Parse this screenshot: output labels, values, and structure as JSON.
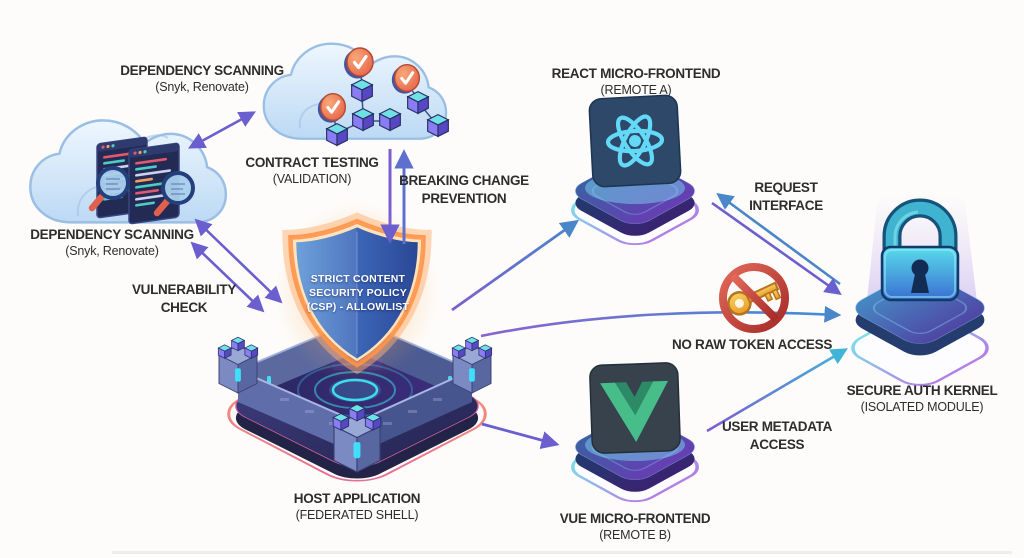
{
  "background": "#fdfcfa",
  "colors": {
    "arrow_purple": "#6b5ecf",
    "arrow_blue": "#4a86c8",
    "arrow_teal": "#3fb3d8",
    "cloud_fill": "#cfe3f8",
    "cloud_stroke": "#9bbfe4",
    "shield_glow_orange": "#ff9448",
    "shield_fill_blue": "#3c66b8",
    "fortress_base": "#34336e",
    "react_accent": "#63d9f7",
    "vue_accent": "#47bd8a",
    "lock_teal": "#3fb3cf",
    "prohibition_red": "#c0392b",
    "key_gold": "#f2b233",
    "label_text": "#2d2d2d"
  },
  "nodes": {
    "dependency_scanning_top": {
      "title": "DEPENDENCY SCANNING",
      "subtitle": "(Snyk, Renovate)"
    },
    "dependency_scanning": {
      "title": "DEPENDENCY SCANNING",
      "subtitle": "(Snyk, Renovate)"
    },
    "contract_testing": {
      "title": "CONTRACT TESTING",
      "subtitle": "(VALIDATION)"
    },
    "host_application": {
      "title": "HOST APPLICATION",
      "subtitle": "(FEDERATED SHELL)",
      "shield_text": "STRICT CONTENT SECURITY POLICY (CSP) - ALLOWLIST"
    },
    "react_micro_frontend": {
      "title": "REACT MICRO-FRONTEND",
      "subtitle": "(REMOTE A)"
    },
    "vue_micro_frontend": {
      "title": "VUE MICRO-FRONTEND",
      "subtitle": "(REMOTE B)"
    },
    "secure_auth_kernel": {
      "title": "SECURE AUTH KERNEL",
      "subtitle": "(ISOLATED MODULE)"
    }
  },
  "edges": {
    "vulnerability_check": {
      "label": "VULNERABILITY CHECK"
    },
    "breaking_change_prevention": {
      "label": "BREAKING CHANGE PREVENTION"
    },
    "request_interface": {
      "label": "REQUEST INTERFACE"
    },
    "no_raw_token_access": {
      "label": "NO RAW TOKEN ACCESS"
    },
    "user_metadata_access": {
      "label": "USER METADATA ACCESS"
    }
  }
}
